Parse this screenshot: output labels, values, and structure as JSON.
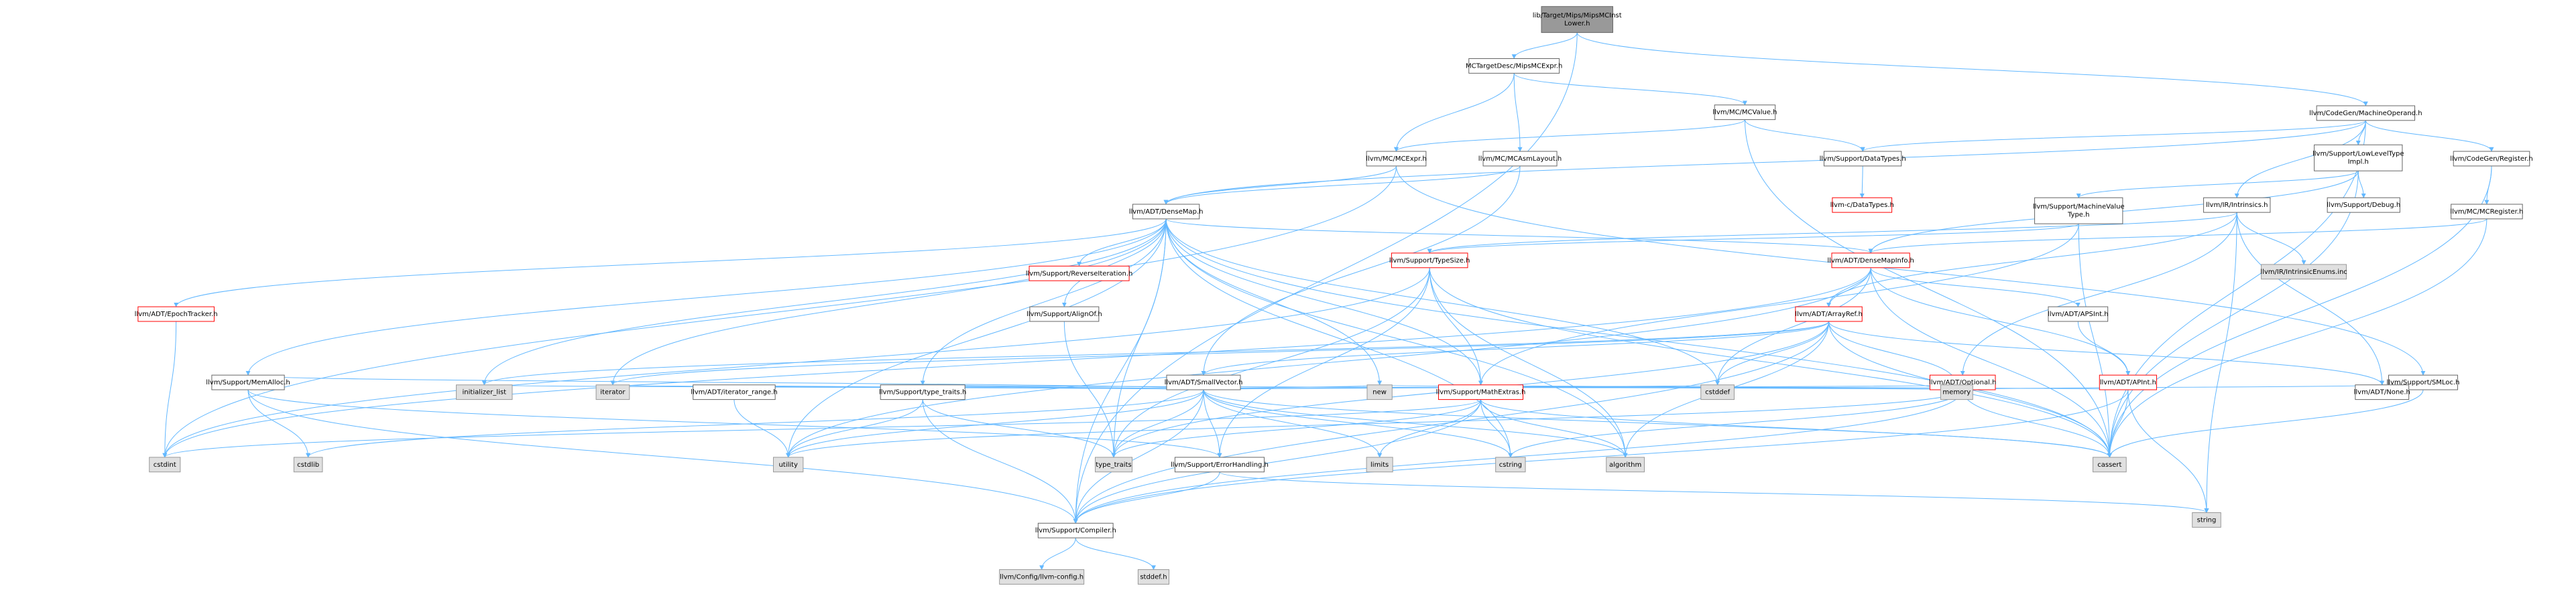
{
  "colors": {
    "background": "#ffffff",
    "edge": "#63b8ff",
    "root_fill": "#999999",
    "normal_fill": "#ffffff",
    "normal_stroke": "#666666",
    "system_fill": "#e0e0e0",
    "system_stroke": "#999999",
    "truncated_stroke": "#ff0000",
    "truncated_text": "#ff0000"
  },
  "nodes": [
    {
      "id": "root",
      "lines": [
        "lib/Target/Mips/MipsMCInst",
        "Lower.h"
      ],
      "kind": "root"
    },
    {
      "id": "mipsmcexpr",
      "lines": [
        "MCTargetDesc/MipsMCExpr.h"
      ],
      "kind": "normal"
    },
    {
      "id": "machineoperand",
      "lines": [
        "llvm/CodeGen/MachineOperand.h"
      ],
      "kind": "normal"
    },
    {
      "id": "mcvalue",
      "lines": [
        "llvm/MC/MCValue.h"
      ],
      "kind": "normal"
    },
    {
      "id": "mcexpr",
      "lines": [
        "llvm/MC/MCExpr.h"
      ],
      "kind": "normal"
    },
    {
      "id": "mcasmlayout",
      "lines": [
        "llvm/MC/MCAsmLayout.h"
      ],
      "kind": "normal"
    },
    {
      "id": "datatypes",
      "lines": [
        "llvm/Support/DataTypes.h"
      ],
      "kind": "normal"
    },
    {
      "id": "lowleveltype",
      "lines": [
        "llvm/Support/LowLevelType",
        "Impl.h"
      ],
      "kind": "normal"
    },
    {
      "id": "register",
      "lines": [
        "llvm/CodeGen/Register.h"
      ],
      "kind": "normal"
    },
    {
      "id": "densemap",
      "lines": [
        "llvm/ADT/DenseMap.h"
      ],
      "kind": "normal"
    },
    {
      "id": "cdatatypes",
      "lines": [
        "llvm-c/DataTypes.h"
      ],
      "kind": "truncated"
    },
    {
      "id": "mvt",
      "lines": [
        "llvm/Support/MachineValue",
        "Type.h"
      ],
      "kind": "normal"
    },
    {
      "id": "intrinsics",
      "lines": [
        "llvm/IR/Intrinsics.h"
      ],
      "kind": "normal"
    },
    {
      "id": "debug",
      "lines": [
        "llvm/Support/Debug.h"
      ],
      "kind": "normal"
    },
    {
      "id": "mcregister",
      "lines": [
        "llvm/MC/MCRegister.h"
      ],
      "kind": "normal"
    },
    {
      "id": "epochtracker",
      "lines": [
        "llvm/ADT/EpochTracker.h"
      ],
      "kind": "truncated"
    },
    {
      "id": "reverseiter",
      "lines": [
        "llvm/Support/ReverseIteration.h"
      ],
      "kind": "truncated"
    },
    {
      "id": "typesize",
      "lines": [
        "llvm/Support/TypeSize.h"
      ],
      "kind": "truncated"
    },
    {
      "id": "densemapinfo",
      "lines": [
        "llvm/ADT/DenseMapInfo.h"
      ],
      "kind": "truncated"
    },
    {
      "id": "intrinsicenums",
      "lines": [
        "llvm/IR/IntrinsicEnums.inc"
      ],
      "kind": "system"
    },
    {
      "id": "alignof",
      "lines": [
        "llvm/Support/AlignOf.h"
      ],
      "kind": "normal"
    },
    {
      "id": "arrayref",
      "lines": [
        "llvm/ADT/ArrayRef.h"
      ],
      "kind": "truncated"
    },
    {
      "id": "apsint",
      "lines": [
        "llvm/ADT/APSInt.h"
      ],
      "kind": "normal"
    },
    {
      "id": "smallvector",
      "lines": [
        "llvm/ADT/SmallVector.h"
      ],
      "kind": "normal"
    },
    {
      "id": "optional",
      "lines": [
        "llvm/ADT/Optional.h"
      ],
      "kind": "truncated"
    },
    {
      "id": "apint",
      "lines": [
        "llvm/ADT/APInt.h"
      ],
      "kind": "truncated"
    },
    {
      "id": "smloc",
      "lines": [
        "llvm/Support/SMLoc.h"
      ],
      "kind": "normal"
    },
    {
      "id": "memalloc",
      "lines": [
        "llvm/Support/MemAlloc.h"
      ],
      "kind": "normal"
    },
    {
      "id": "initlist",
      "lines": [
        "initializer_list"
      ],
      "kind": "system"
    },
    {
      "id": "iterator",
      "lines": [
        "iterator"
      ],
      "kind": "system"
    },
    {
      "id": "iterrange",
      "lines": [
        "llvm/ADT/iterator_range.h"
      ],
      "kind": "normal"
    },
    {
      "id": "typetraitsh",
      "lines": [
        "llvm/Support/type_traits.h"
      ],
      "kind": "normal"
    },
    {
      "id": "new",
      "lines": [
        "new"
      ],
      "kind": "system"
    },
    {
      "id": "mathextras",
      "lines": [
        "llvm/Support/MathExtras.h"
      ],
      "kind": "truncated"
    },
    {
      "id": "cstddef",
      "lines": [
        "cstddef"
      ],
      "kind": "system"
    },
    {
      "id": "memory",
      "lines": [
        "memory"
      ],
      "kind": "system"
    },
    {
      "id": "none",
      "lines": [
        "llvm/ADT/None.h"
      ],
      "kind": "normal"
    },
    {
      "id": "cstdint",
      "lines": [
        "cstdint"
      ],
      "kind": "system"
    },
    {
      "id": "cstdlib",
      "lines": [
        "cstdlib"
      ],
      "kind": "system"
    },
    {
      "id": "utility",
      "lines": [
        "utility"
      ],
      "kind": "system"
    },
    {
      "id": "typetraits",
      "lines": [
        "type_traits"
      ],
      "kind": "system"
    },
    {
      "id": "errorhandling",
      "lines": [
        "llvm/Support/ErrorHandling.h"
      ],
      "kind": "normal"
    },
    {
      "id": "limits",
      "lines": [
        "limits"
      ],
      "kind": "system"
    },
    {
      "id": "cstring",
      "lines": [
        "cstring"
      ],
      "kind": "system"
    },
    {
      "id": "algorithm",
      "lines": [
        "algorithm"
      ],
      "kind": "system"
    },
    {
      "id": "cassert",
      "lines": [
        "cassert"
      ],
      "kind": "system"
    },
    {
      "id": "string",
      "lines": [
        "string"
      ],
      "kind": "system"
    },
    {
      "id": "compiler",
      "lines": [
        "llvm/Support/Compiler.h"
      ],
      "kind": "normal"
    },
    {
      "id": "llvmconfig",
      "lines": [
        "llvm/Config/llvm-config.h"
      ],
      "kind": "system"
    },
    {
      "id": "stddef",
      "lines": [
        "stddef.h"
      ],
      "kind": "system"
    }
  ],
  "edges": [
    [
      "root",
      "mipsmcexpr"
    ],
    [
      "root",
      "machineoperand"
    ],
    [
      "root",
      "compiler"
    ],
    [
      "mipsmcexpr",
      "mcvalue"
    ],
    [
      "mipsmcexpr",
      "mcexpr"
    ],
    [
      "mipsmcexpr",
      "mcasmlayout"
    ],
    [
      "mcvalue",
      "mcexpr"
    ],
    [
      "mcvalue",
      "datatypes"
    ],
    [
      "mcvalue",
      "cassert"
    ],
    [
      "machineoperand",
      "densemap"
    ],
    [
      "machineoperand",
      "datatypes"
    ],
    [
      "machineoperand",
      "lowleveltype"
    ],
    [
      "machineoperand",
      "register"
    ],
    [
      "machineoperand",
      "intrinsics"
    ],
    [
      "machineoperand",
      "cassert"
    ],
    [
      "mcexpr",
      "densemap"
    ],
    [
      "mcexpr",
      "smloc"
    ],
    [
      "mcexpr",
      "cstdint"
    ],
    [
      "mcasmlayout",
      "densemap"
    ],
    [
      "mcasmlayout",
      "smallvector"
    ],
    [
      "datatypes",
      "cdatatypes"
    ],
    [
      "lowleveltype",
      "mvt"
    ],
    [
      "lowleveltype",
      "debug"
    ],
    [
      "lowleveltype",
      "cassert"
    ],
    [
      "lowleveltype",
      "densemapinfo"
    ],
    [
      "register",
      "mcregister"
    ],
    [
      "register",
      "cassert"
    ],
    [
      "mcregister",
      "densemapinfo"
    ],
    [
      "mcregister",
      "cassert"
    ],
    [
      "mvt",
      "typesize"
    ],
    [
      "mvt",
      "mathextras"
    ],
    [
      "mvt",
      "cassert"
    ],
    [
      "intrinsics",
      "arrayref"
    ],
    [
      "intrinsics",
      "none"
    ],
    [
      "intrinsics",
      "optional"
    ],
    [
      "intrinsics",
      "typesize"
    ],
    [
      "intrinsics",
      "intrinsicenums"
    ],
    [
      "intrinsics",
      "string"
    ],
    [
      "densemap",
      "densemapinfo"
    ],
    [
      "densemap",
      "epochtracker"
    ],
    [
      "densemap",
      "alignof"
    ],
    [
      "densemap",
      "compiler"
    ],
    [
      "densemap",
      "mathextras"
    ],
    [
      "densemap",
      "memalloc"
    ],
    [
      "densemap",
      "reverseiter"
    ],
    [
      "densemap",
      "typetraitsh"
    ],
    [
      "densemap",
      "algorithm"
    ],
    [
      "densemap",
      "cassert"
    ],
    [
      "densemap",
      "cstddef"
    ],
    [
      "densemap",
      "cstring"
    ],
    [
      "densemap",
      "initlist"
    ],
    [
      "densemap",
      "iterator"
    ],
    [
      "densemap",
      "new"
    ],
    [
      "densemap",
      "typetraits"
    ],
    [
      "densemap",
      "utility"
    ],
    [
      "typesize",
      "mathextras"
    ],
    [
      "typesize",
      "errorhandling"
    ],
    [
      "typesize",
      "algorithm"
    ],
    [
      "typesize",
      "array"
    ],
    [
      "typesize",
      "cassert"
    ],
    [
      "typesize",
      "cstdint"
    ],
    [
      "typesize",
      "typetraits"
    ],
    [
      "densemapinfo",
      "apint"
    ],
    [
      "densemapinfo",
      "apsint"
    ],
    [
      "densemapinfo",
      "arrayref"
    ],
    [
      "densemapinfo",
      "cassert"
    ],
    [
      "densemapinfo",
      "cstddef"
    ],
    [
      "densemapinfo",
      "cstdint"
    ],
    [
      "densemapinfo",
      "utility"
    ],
    [
      "epochtracker",
      "cstdint"
    ],
    [
      "alignof",
      "typetraits"
    ],
    [
      "apsint",
      "apint"
    ],
    [
      "apint",
      "compiler"
    ],
    [
      "apint",
      "mathextras"
    ],
    [
      "apint",
      "cassert"
    ],
    [
      "apint",
      "string"
    ],
    [
      "arrayref",
      "none"
    ],
    [
      "arrayref",
      "smallvector"
    ],
    [
      "arrayref",
      "compiler"
    ],
    [
      "arrayref",
      "algorithm"
    ],
    [
      "arrayref",
      "array"
    ],
    [
      "arrayref",
      "cassert"
    ],
    [
      "arrayref",
      "cstddef"
    ],
    [
      "arrayref",
      "initlist"
    ],
    [
      "arrayref",
      "iterator"
    ],
    [
      "arrayref",
      "memory"
    ],
    [
      "arrayref",
      "typetraits"
    ],
    [
      "optional",
      "none"
    ],
    [
      "optional",
      "compiler"
    ],
    [
      "optional",
      "typetraitsh"
    ],
    [
      "optional",
      "cassert"
    ],
    [
      "optional",
      "cstring"
    ],
    [
      "optional",
      "new"
    ],
    [
      "optional",
      "utility"
    ],
    [
      "smloc",
      "none"
    ],
    [
      "smloc",
      "cassert"
    ],
    [
      "smallvector",
      "iterrange"
    ],
    [
      "smallvector",
      "compiler"
    ],
    [
      "smallvector",
      "errorhandling"
    ],
    [
      "smallvector",
      "memalloc"
    ],
    [
      "smallvector",
      "typetraitsh"
    ],
    [
      "smallvector",
      "algorithm"
    ],
    [
      "smallvector",
      "cassert"
    ],
    [
      "smallvector",
      "cstddef"
    ],
    [
      "smallvector",
      "cstdlib"
    ],
    [
      "smallvector",
      "cstring"
    ],
    [
      "smallvector",
      "functional"
    ],
    [
      "smallvector",
      "initlist"
    ],
    [
      "smallvector",
      "iterator"
    ],
    [
      "smallvector",
      "limits"
    ],
    [
      "smallvector",
      "memory"
    ],
    [
      "smallvector",
      "new"
    ],
    [
      "smallvector",
      "typetraits"
    ],
    [
      "smallvector",
      "utility"
    ],
    [
      "memalloc",
      "compiler"
    ],
    [
      "memalloc",
      "errorhandling"
    ],
    [
      "memalloc",
      "cstdlib"
    ],
    [
      "iterrange",
      "utility"
    ],
    [
      "typetraitsh",
      "compiler"
    ],
    [
      "typetraitsh",
      "typetraits"
    ],
    [
      "typetraitsh",
      "utility"
    ],
    [
      "mathextras",
      "compiler"
    ],
    [
      "mathextras",
      "algorithm"
    ],
    [
      "mathextras",
      "cassert"
    ],
    [
      "mathextras",
      "climits"
    ],
    [
      "mathextras",
      "cstdint"
    ],
    [
      "mathextras",
      "cstring"
    ],
    [
      "mathextras",
      "limits"
    ],
    [
      "mathextras",
      "typetraits"
    ],
    [
      "errorhandling",
      "compiler"
    ],
    [
      "errorhandling",
      "string"
    ],
    [
      "compiler",
      "llvmconfig"
    ],
    [
      "compiler",
      "stddef"
    ]
  ]
}
